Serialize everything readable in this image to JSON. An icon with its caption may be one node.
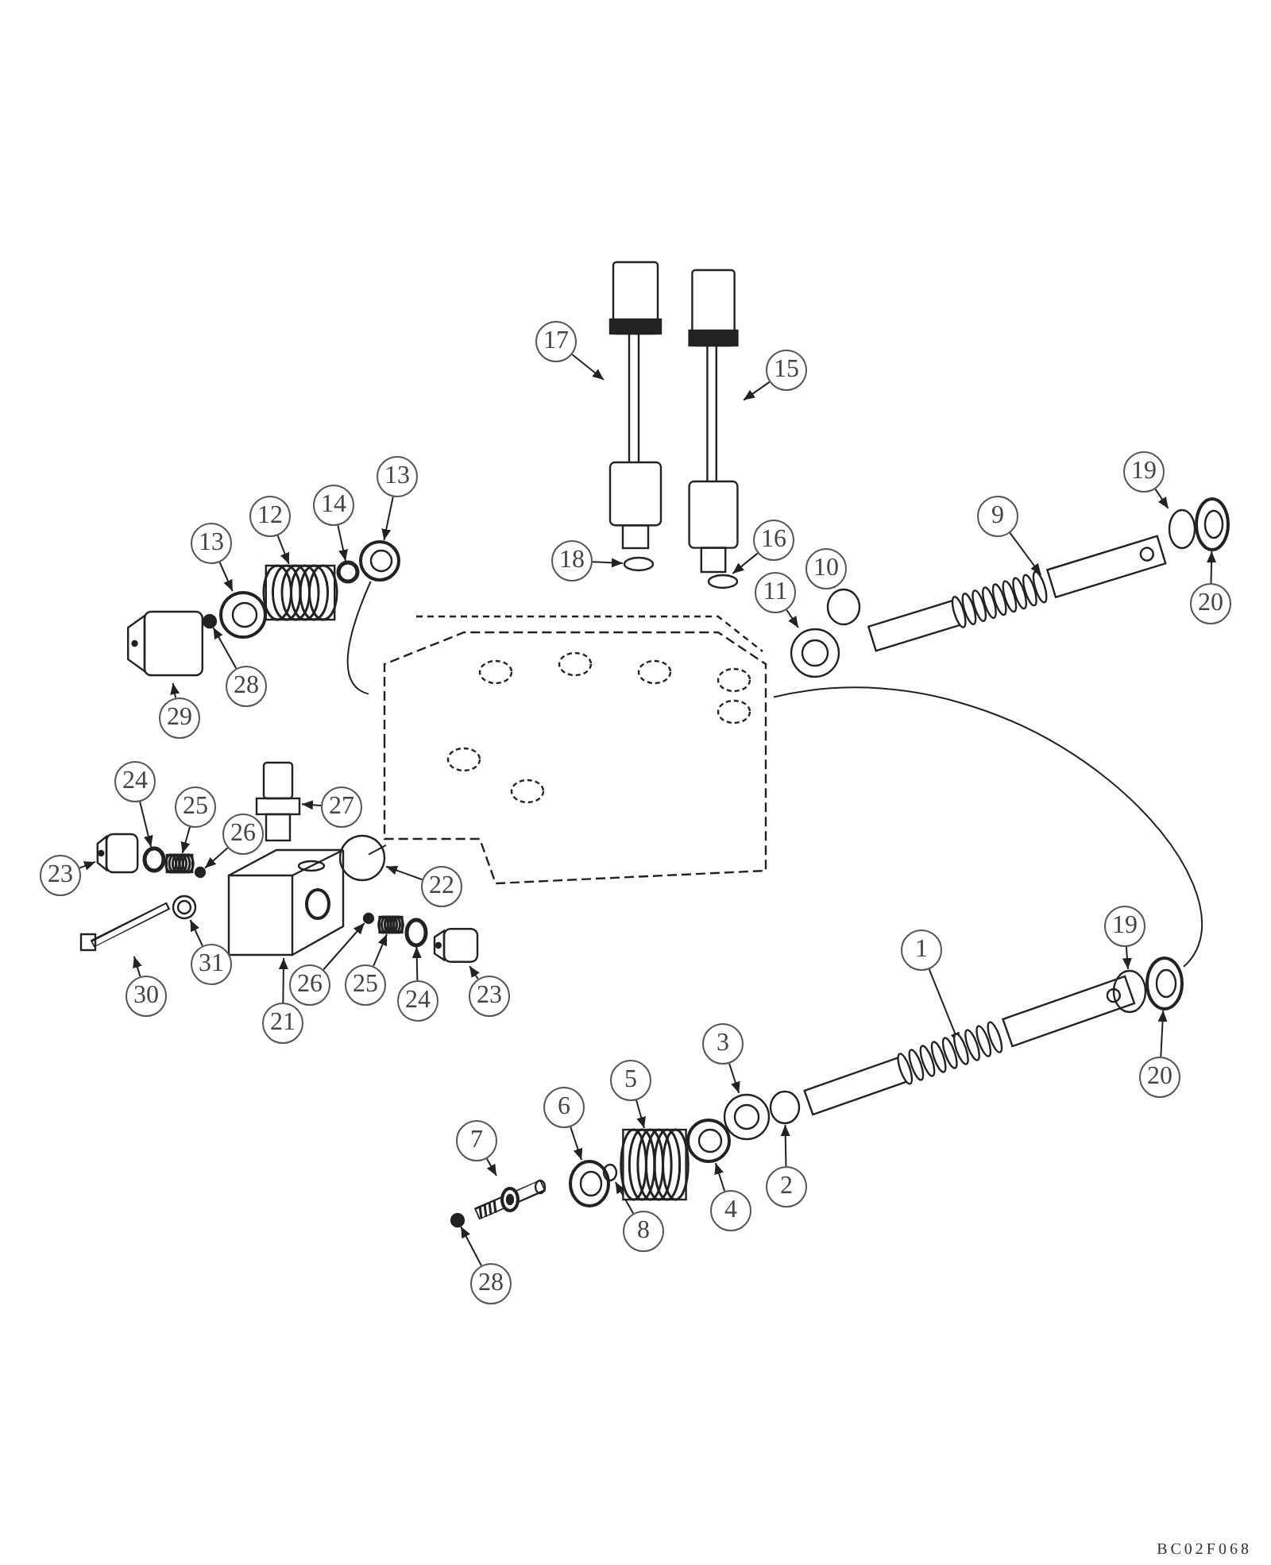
{
  "diagram": {
    "nodes": [
      {
        "text": [],
        "shape": "picture"
      },
      {
        "text": [
          "17"
        ]
      },
      {
        "text": [],
        "shape": "picture"
      },
      {
        "text": [
          "15"
        ]
      },
      {
        "text": [],
        "shape": "picture"
      },
      {
        "text": [
          "18"
        ]
      },
      {
        "text": [],
        "shape": "circle"
      },
      {
        "text": [
          "16"
        ]
      },
      {
        "text": [],
        "shape": "circle"
      },
      {
        "text": [
          "13"
        ]
      },
      {
        "text": [],
        "shape": "circle"
      },
      {
        "text": [
          "12"
        ]
      },
      {
        "text": [],
        "shape": "picture"
      },
      {
        "text": [
          "14"
        ]
      },
      {
        "text": [],
        "shape": "circle"
      },
      {
        "text": [
          "13"
        ]
      },
      {
        "text": [],
        "shape": "circle"
      },
      {
        "text": [
          "29"
        ]
      },
      {
        "text": [],
        "shape": "cylinder"
      },
      {
        "text": [
          "28"
        ]
      },
      {
        "text": [],
        "shape": "circle"
      },
      {
        "text": [
          "11"
        ]
      },
      {
        "text": [],
        "shape": "circle"
      },
      {
        "text": [
          "10"
        ]
      },
      {
        "text": [],
        "shape": "circle"
      },
      {
        "text": [
          "9"
        ]
      },
      {
        "text": [],
        "shape": "picture"
      },
      {
        "text": [
          "19"
        ]
      },
      {
        "text": [],
        "shape": "circle"
      },
      {
        "text": [
          "20"
        ]
      },
      {
        "text": [],
        "shape": "circle"
      },
      {
        "text": [
          "24"
        ]
      },
      {
        "text": [],
        "shape": "circle"
      },
      {
        "text": [
          "25"
        ]
      },
      {
        "text": [],
        "shape": "picture"
      },
      {
        "text": [
          "26"
        ]
      },
      {
        "text": [],
        "shape": "circle"
      },
      {
        "text": [
          "27"
        ]
      },
      {
        "text": [],
        "shape": "picture"
      },
      {
        "text": [
          "23"
        ]
      },
      {
        "text": [],
        "shape": "cylinder"
      },
      {
        "text": [
          "22"
        ]
      },
      {
        "text": [],
        "shape": "circle"
      },
      {
        "text": [
          "31"
        ]
      },
      {
        "text": [],
        "shape": "circle"
      },
      {
        "text": [
          "30"
        ]
      },
      {
        "text": [],
        "shape": "picture"
      },
      {
        "text": [
          "21"
        ]
      },
      {
        "text": [],
        "shape": "picture"
      },
      {
        "text": [
          "26"
        ]
      },
      {
        "text": [],
        "shape": "circle"
      },
      {
        "text": [
          "25"
        ]
      },
      {
        "text": [],
        "shape": "picture"
      },
      {
        "text": [
          "24"
        ]
      },
      {
        "text": [],
        "shape": "circle"
      },
      {
        "text": [
          "23"
        ]
      },
      {
        "text": [],
        "shape": "cylinder"
      },
      {
        "text": [
          "1"
        ]
      },
      {
        "text": [],
        "shape": "picture"
      },
      {
        "text": [
          "19"
        ]
      },
      {
        "text": [],
        "shape": "circle"
      },
      {
        "text": [
          "20"
        ]
      },
      {
        "text": [],
        "shape": "circle"
      },
      {
        "text": [
          "3"
        ]
      },
      {
        "text": [],
        "shape": "circle"
      },
      {
        "text": [
          "2"
        ]
      },
      {
        "text": [],
        "shape": "circle"
      },
      {
        "text": [
          "4"
        ]
      },
      {
        "text": [],
        "shape": "circle"
      },
      {
        "text": [
          "5"
        ]
      },
      {
        "text": [],
        "shape": "picture"
      },
      {
        "text": [
          "6"
        ]
      },
      {
        "text": [],
        "shape": "circle"
      },
      {
        "text": [
          "8"
        ]
      },
      {
        "text": [],
        "shape": "circle"
      },
      {
        "text": [
          "7"
        ]
      },
      {
        "text": [],
        "shape": "picture"
      },
      {
        "text": [
          "28"
        ]
      },
      {
        "text": [],
        "shape": "circle"
      }
    ],
    "edges": [
      {
        "from": 1,
        "to": 2,
        "arrow": "to"
      },
      {
        "from": 3,
        "to": 4,
        "arrow": "to"
      },
      {
        "from": 5,
        "to": 6,
        "arrow": "to"
      },
      {
        "from": 7,
        "to": 8,
        "arrow": "to"
      },
      {
        "from": 9,
        "to": 10,
        "arrow": "to"
      },
      {
        "from": 11,
        "to": 12,
        "arrow": "to"
      },
      {
        "from": 13,
        "to": 14,
        "arrow": "to"
      },
      {
        "from": 15,
        "to": 16,
        "arrow": "to"
      },
      {
        "from": 17,
        "to": 18,
        "arrow": "to"
      },
      {
        "from": 19,
        "to": 20,
        "arrow": "to"
      },
      {
        "from": 21,
        "to": 22,
        "arrow": "to"
      },
      {
        "from": 23,
        "to": 24,
        "arrow": "to"
      },
      {
        "from": 25,
        "to": 26,
        "arrow": "to"
      },
      {
        "from": 27,
        "to": 28,
        "arrow": "to"
      },
      {
        "from": 29,
        "to": 30,
        "arrow": "to"
      },
      {
        "from": 31,
        "to": 32,
        "arrow": "to"
      },
      {
        "from": 33,
        "to": 34,
        "arrow": "to"
      },
      {
        "from": 35,
        "to": 36,
        "arrow": "to"
      },
      {
        "from": 37,
        "to": 38,
        "arrow": "to"
      },
      {
        "from": 39,
        "to": 40,
        "arrow": "to"
      },
      {
        "from": 41,
        "to": 42,
        "arrow": "to"
      },
      {
        "from": 43,
        "to": 44,
        "arrow": "to"
      },
      {
        "from": 45,
        "to": 46,
        "arrow": "to"
      },
      {
        "from": 47,
        "to": 48,
        "arrow": "to"
      },
      {
        "from": 49,
        "to": 50,
        "arrow": "to"
      },
      {
        "from": 51,
        "to": 52,
        "arrow": "to"
      },
      {
        "from": 53,
        "to": 54,
        "arrow": "to"
      },
      {
        "from": 55,
        "to": 56,
        "arrow": "to"
      },
      {
        "from": 57,
        "to": 58,
        "arrow": "to"
      },
      {
        "from": 59,
        "to": 60,
        "arrow": "to"
      },
      {
        "from": 61,
        "to": 62,
        "arrow": "to"
      },
      {
        "from": 63,
        "to": 64,
        "arrow": "to"
      },
      {
        "from": 65,
        "to": 66,
        "arrow": "to"
      },
      {
        "from": 67,
        "to": 68,
        "arrow": "to"
      },
      {
        "from": 69,
        "to": 70,
        "arrow": "to"
      },
      {
        "from": 71,
        "to": 72,
        "arrow": "to"
      },
      {
        "from": 73,
        "to": 74,
        "arrow": "to"
      },
      {
        "from": 75,
        "to": 76,
        "arrow": "to"
      },
      {
        "from": 77,
        "to": 78,
        "arrow": "to"
      },
      {
        "from": 16,
        "to": 0,
        "arrow": "none"
      },
      {
        "from": 62,
        "to": 0,
        "arrow": "none"
      },
      {
        "from": 42,
        "to": 0,
        "arrow": "none"
      }
    ],
    "labels": [
      "BC02F068"
    ]
  }
}
